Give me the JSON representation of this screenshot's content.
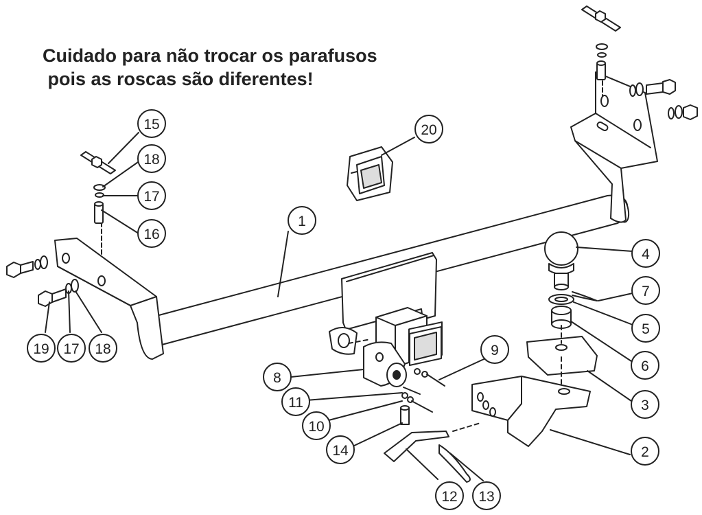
{
  "warning": {
    "line1": "Cuidado para não trocar os parafusos",
    "line2": " pois as roscas são diferentes!"
  },
  "callouts": [
    "1",
    "2",
    "3",
    "4",
    "5",
    "6",
    "7",
    "8",
    "9",
    "10",
    "11",
    "12",
    "13",
    "14",
    "15",
    "16",
    "17",
    "18",
    "19",
    "20"
  ],
  "colors": {
    "ink": "#222222",
    "paper": "#ffffff",
    "shade": "#dddddd"
  }
}
